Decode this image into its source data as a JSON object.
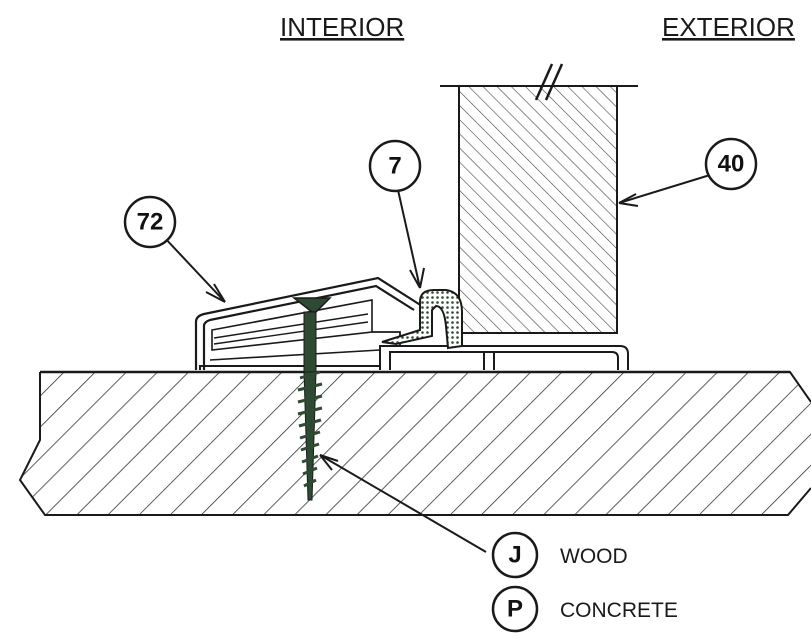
{
  "headers": {
    "interior": "INTERIOR",
    "exterior": "EXTERIOR"
  },
  "callouts": {
    "c72": "72",
    "c7": "7",
    "c40": "40"
  },
  "legend": [
    {
      "code": "J",
      "label": "WOOD"
    },
    {
      "code": "P",
      "label": "CONCRETE"
    }
  ],
  "colors": {
    "line": "#1a1a1a",
    "screw": "#2f4a33",
    "hatch": "#333333",
    "seal": "#2f4a33"
  }
}
